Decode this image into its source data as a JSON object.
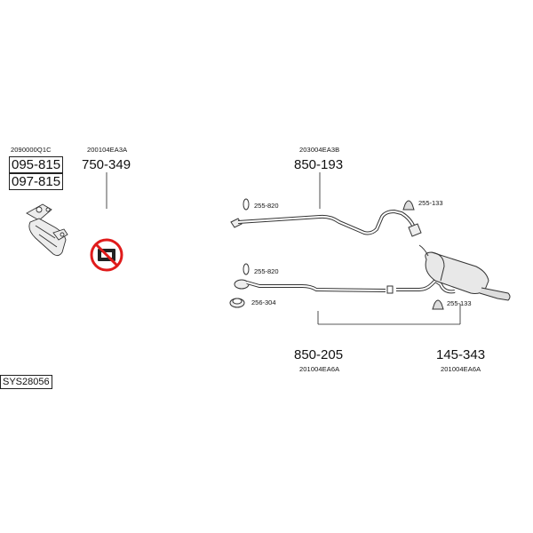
{
  "diagram": {
    "system_code": "SYS28056",
    "groups": [
      {
        "oem": "2090000Q1C",
        "parts": [
          "095-815",
          "097-815"
        ]
      },
      {
        "oem": "200104EA3A",
        "parts": [
          "750-349"
        ]
      },
      {
        "oem": "203004EA3B",
        "parts": [
          "850-193"
        ]
      },
      {
        "oem": "201004EA6A",
        "parts": [
          "850-205"
        ]
      },
      {
        "oem": "201004EA6A",
        "parts": [
          "145-343"
        ]
      }
    ],
    "fittings": {
      "f1": "255-820",
      "f2": "255-133",
      "f3": "255-820",
      "f4": "256-304",
      "f5": "255-133"
    }
  },
  "colors": {
    "line": "#333333",
    "prohibit": "#e01b1b"
  }
}
